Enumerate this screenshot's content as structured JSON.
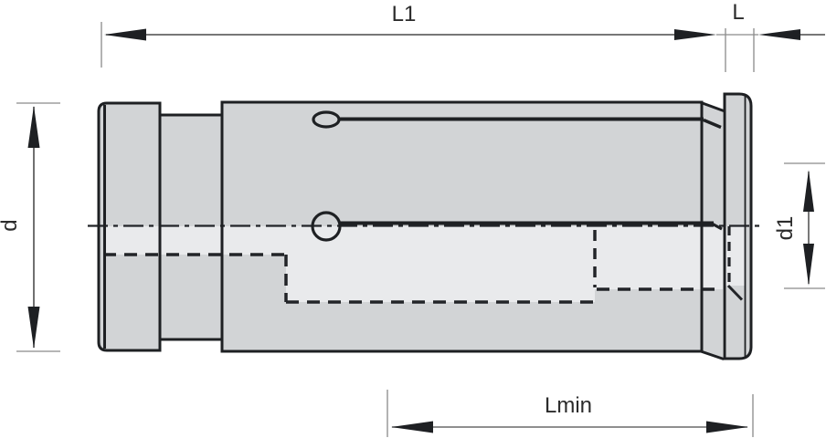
{
  "drawing": {
    "kind": "technical-drawing-side-view",
    "labels": {
      "l1": "L1",
      "l": "L",
      "d": "d",
      "d1": "d1",
      "lmin": "Lmin"
    },
    "colors": {
      "background": "#ffffff",
      "body_fill": "#d2d4d6",
      "bore_fill": "#e9eaec",
      "outline": "#1e2023",
      "dimension_line": "#4a4a4a",
      "extension_line": "#8a8a8a",
      "label_text": "#2b2b2b"
    }
  }
}
